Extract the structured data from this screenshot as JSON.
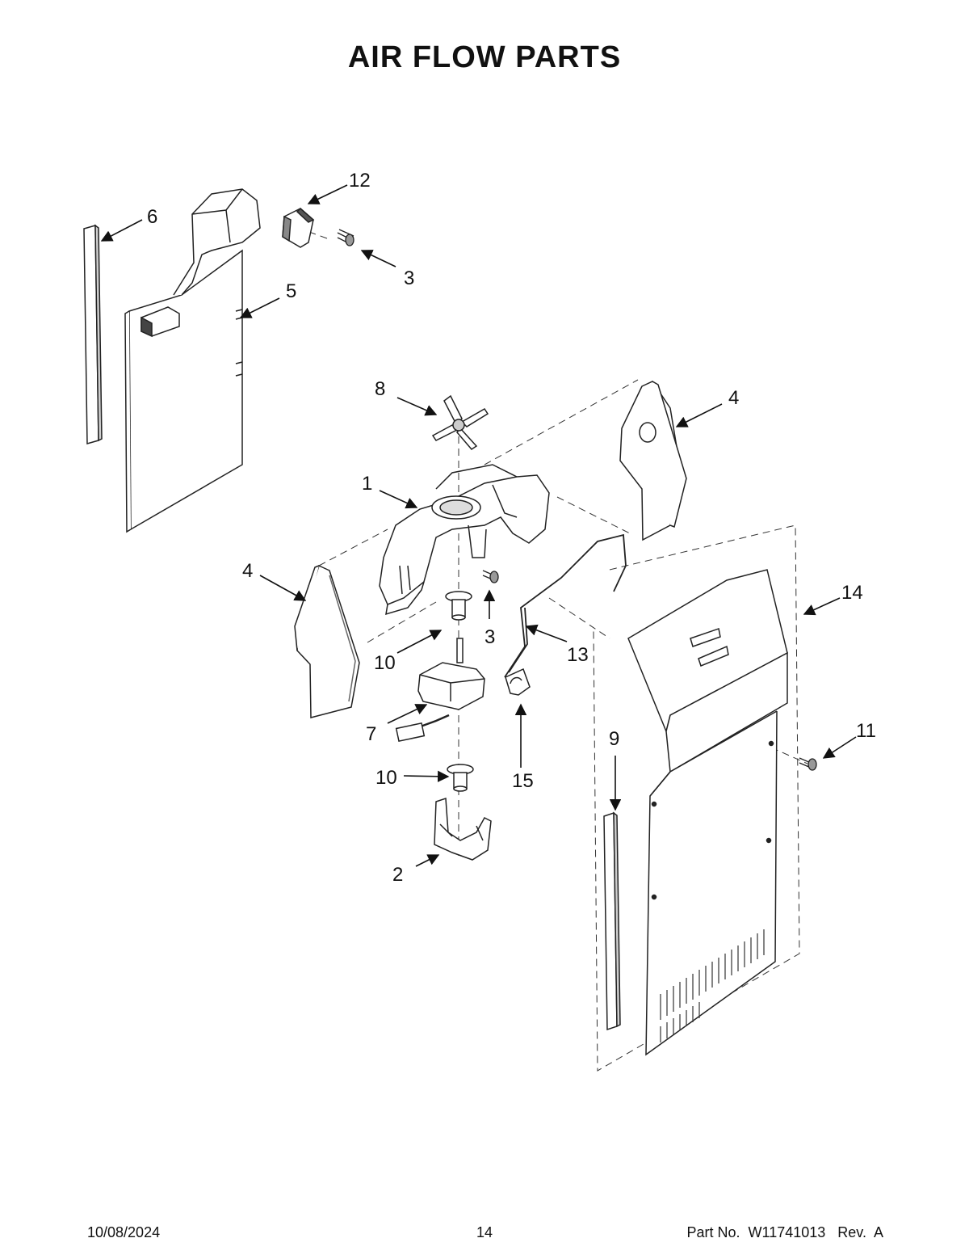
{
  "page": {
    "title": "AIR FLOW PARTS",
    "footer": {
      "date": "10/08/2024",
      "page_number": "14",
      "part_no": "Part No.  W11741013   Rev.  A"
    }
  },
  "callouts": {
    "c1": "1",
    "c2": "2",
    "c3a": "3",
    "c3b": "3",
    "c4a": "4",
    "c4b": "4",
    "c5": "5",
    "c6": "6",
    "c7": "7",
    "c8": "8",
    "c9": "9",
    "c10a": "10",
    "c10b": "10",
    "c11": "11",
    "c12": "12",
    "c13": "13",
    "c14": "14",
    "c15": "15"
  },
  "colors": {
    "line": "#222222",
    "part_fill": "#ffffff",
    "shade": "#dcdcdc",
    "dark": "#555555"
  }
}
